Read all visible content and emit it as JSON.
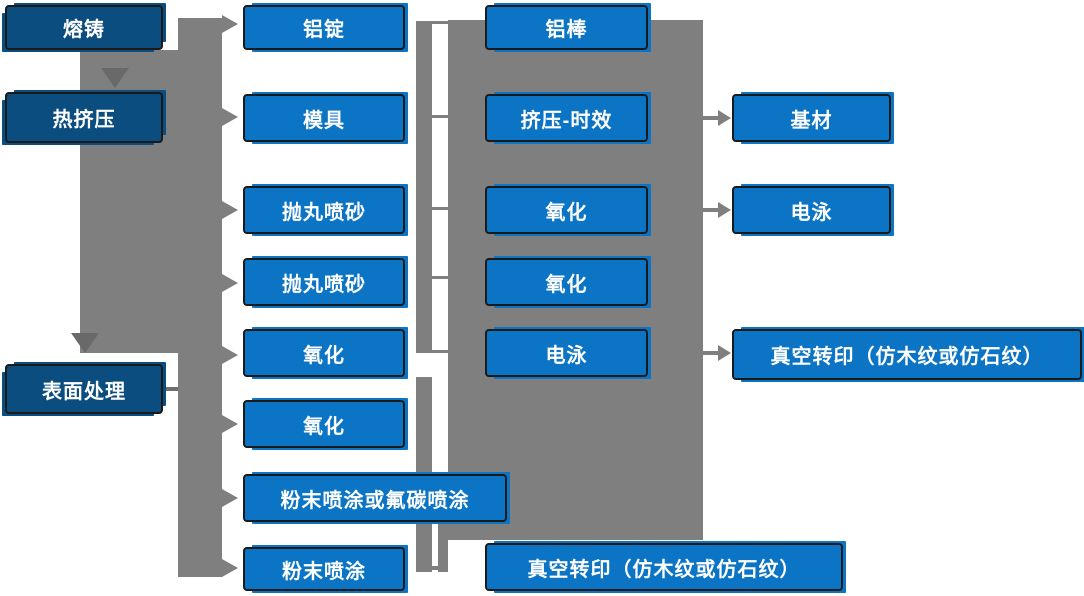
{
  "diagram": {
    "type": "flowchart",
    "language": "zh-CN",
    "colors": {
      "process_box": "#0b4d7f",
      "item_box": "#0c74c4",
      "connector_gray": "#7f7f7f",
      "arrowhead_dark_gray": "#696969",
      "box_border": "#1a1a1a",
      "text": "#ffffff",
      "background": "#ffffff"
    },
    "nodes": {
      "rongzhu": {
        "label": "熔铸"
      },
      "rejiya": {
        "label": "热挤压"
      },
      "biaomian": {
        "label": "表面处理"
      },
      "lvding": {
        "label": "铝锭"
      },
      "muju": {
        "label": "模具"
      },
      "paowan1": {
        "label": "抛丸喷砂"
      },
      "paowan2": {
        "label": "抛丸喷砂"
      },
      "yanghua_c2_1": {
        "label": "氧化"
      },
      "yanghua_c2_2": {
        "label": "氧化"
      },
      "fenmo_or_futan": {
        "label": "粉末喷涂或氟碳喷涂"
      },
      "fenmo": {
        "label": "粉末喷涂"
      },
      "lvbang": {
        "label": "铝棒"
      },
      "jiya_shixiao": {
        "label": "挤压-时效"
      },
      "yanghua_c3_1": {
        "label": "氧化"
      },
      "yanghua_c3_2": {
        "label": "氧化"
      },
      "dianyong_c3": {
        "label": "电泳"
      },
      "zhenkong_bottom": {
        "label": "真空转印（仿木纹或仿石纹）"
      },
      "jicai": {
        "label": "基材"
      },
      "dianyong_c4": {
        "label": "电泳"
      },
      "zhenkong_right": {
        "label": "真空转印（仿木纹或仿石纹）"
      }
    }
  }
}
